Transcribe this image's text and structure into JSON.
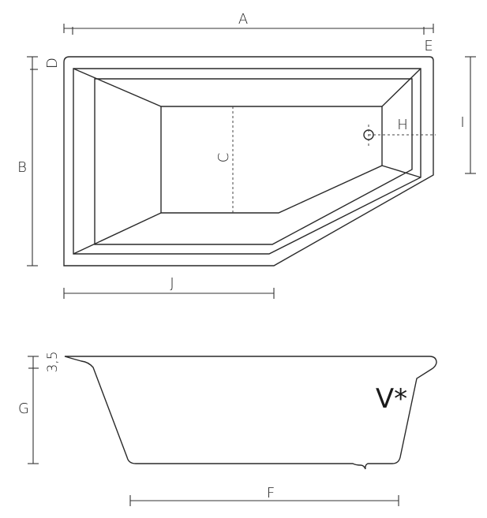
{
  "labels": {
    "A": "A",
    "B": "B",
    "C": "C",
    "D": "D",
    "E": "E",
    "F": "F",
    "G": "G",
    "H": "H",
    "I": "I",
    "J": "J",
    "rim": "3,5",
    "model": "V*"
  }
}
